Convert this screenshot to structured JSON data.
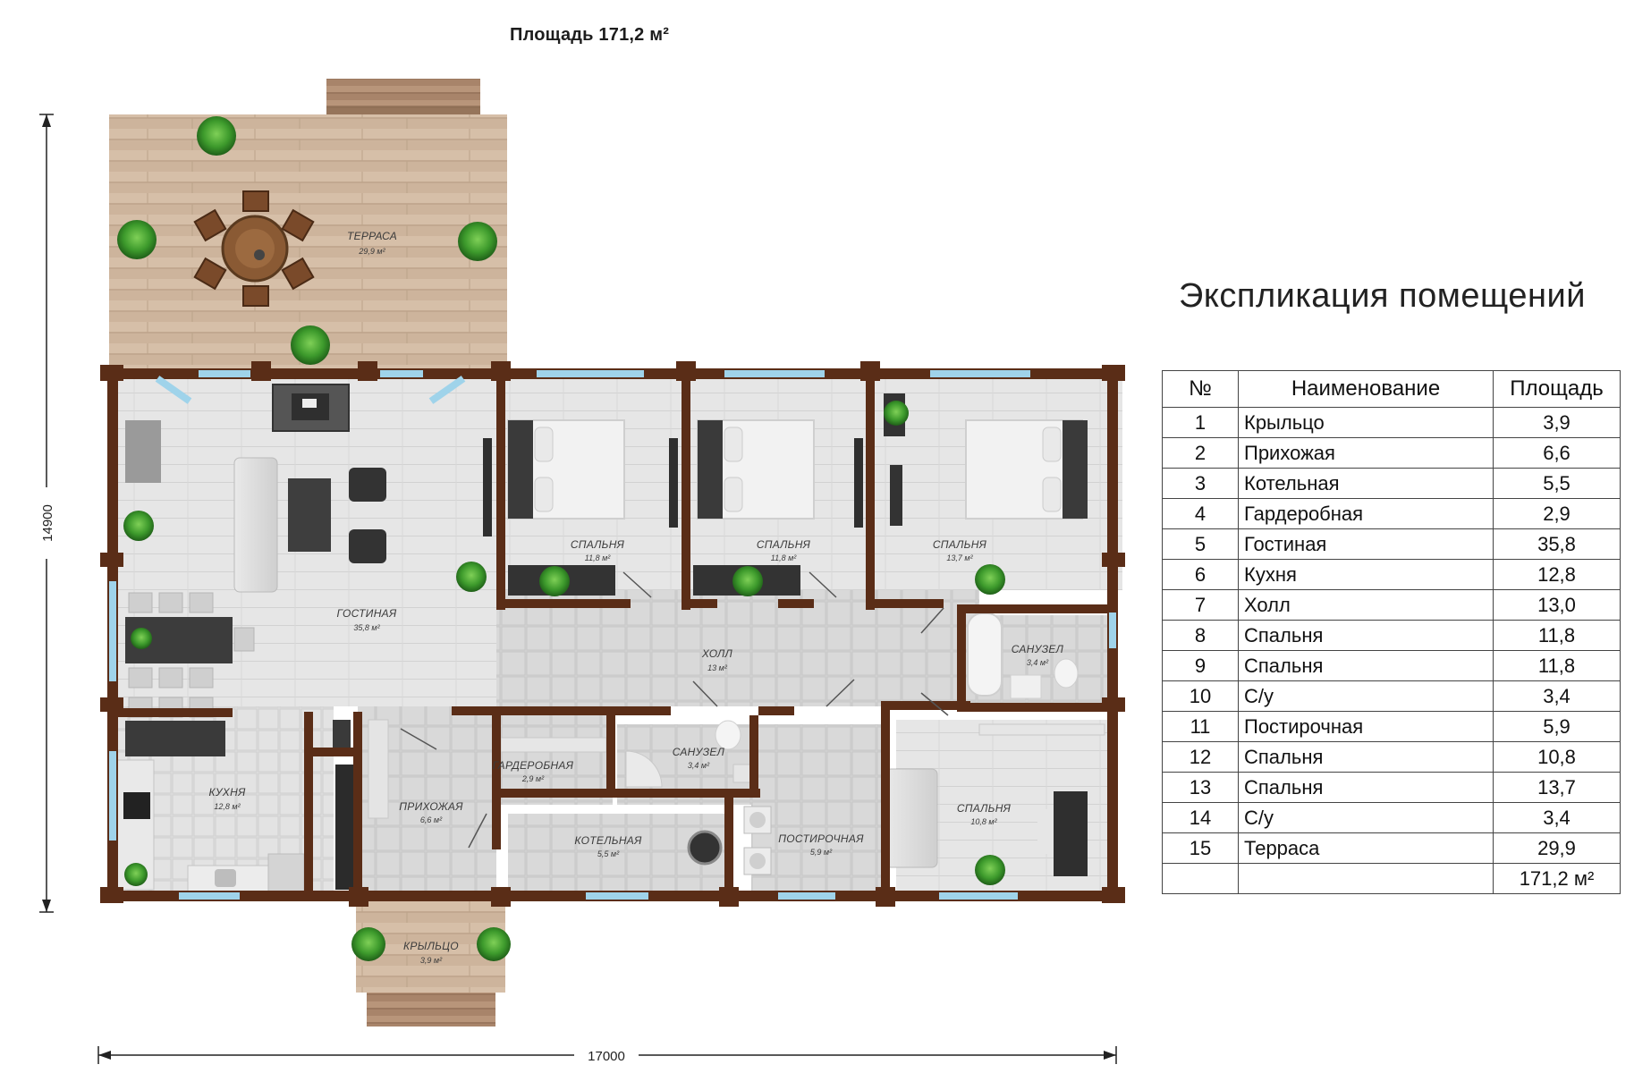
{
  "header": {
    "area_label": "Площадь 171,2 м²"
  },
  "plan": {
    "dimension_width": "17000",
    "dimension_height": "14900",
    "rooms": [
      {
        "id": "terrace",
        "name": "ТЕРРАСА",
        "area": "29,9 м²"
      },
      {
        "id": "living",
        "name": "ГОСТИНАЯ",
        "area": "35,8 м²"
      },
      {
        "id": "bedroom1",
        "name": "СПАЛЬНЯ",
        "area": "11,8 м²"
      },
      {
        "id": "bedroom2",
        "name": "СПАЛЬНЯ",
        "area": "11,8 м²"
      },
      {
        "id": "bedroom3",
        "name": "СПАЛЬНЯ",
        "area": "13,7 м²"
      },
      {
        "id": "hall",
        "name": "ХОЛЛ",
        "area": "13 м²"
      },
      {
        "id": "bath1",
        "name": "САНУЗЕЛ",
        "area": "3,4 м²"
      },
      {
        "id": "kitchen",
        "name": "КУХНЯ",
        "area": "12,8 м²"
      },
      {
        "id": "entry",
        "name": "ПРИХОЖАЯ",
        "area": "6,6 м²"
      },
      {
        "id": "wardrobe",
        "name": "ГАРДЕРОБНАЯ",
        "area": "2,9 м²"
      },
      {
        "id": "bath2",
        "name": "САНУЗЕЛ",
        "area": "3,4 м²"
      },
      {
        "id": "boiler",
        "name": "КОТЕЛЬНАЯ",
        "area": "5,5 м²"
      },
      {
        "id": "laundry",
        "name": "ПОСТИРОЧНАЯ",
        "area": "5,9 м²"
      },
      {
        "id": "bedroom4",
        "name": "СПАЛЬНЯ",
        "area": "10,8 м²"
      },
      {
        "id": "porch",
        "name": "КРЫЛЬЦО",
        "area": "3,9 м²"
      }
    ]
  },
  "explication": {
    "heading": "Экспликация помещений",
    "columns": {
      "no": "№",
      "name": "Наименование",
      "area": "Площадь"
    },
    "rows": [
      {
        "no": "1",
        "name": "Крыльцо",
        "area": "3,9"
      },
      {
        "no": "2",
        "name": "Прихожая",
        "area": "6,6"
      },
      {
        "no": "3",
        "name": "Котельная",
        "area": "5,5"
      },
      {
        "no": "4",
        "name": "Гардеробная",
        "area": "2,9"
      },
      {
        "no": "5",
        "name": "Гостиная",
        "area": "35,8"
      },
      {
        "no": "6",
        "name": "Кухня",
        "area": "12,8"
      },
      {
        "no": "7",
        "name": "Холл",
        "area": "13,0"
      },
      {
        "no": "8",
        "name": "Спальня",
        "area": "11,8"
      },
      {
        "no": "9",
        "name": "Спальня",
        "area": "11,8"
      },
      {
        "no": "10",
        "name": "С/у",
        "area": "3,4"
      },
      {
        "no": "11",
        "name": "Постирочная",
        "area": "5,9"
      },
      {
        "no": "12",
        "name": "Спальня",
        "area": "10,8"
      },
      {
        "no": "13",
        "name": "Спальня",
        "area": "13,7"
      },
      {
        "no": "14",
        "name": "С/у",
        "area": "3,4"
      },
      {
        "no": "15",
        "name": "Терраса",
        "area": "29,9"
      }
    ],
    "total": "171,2 м²"
  },
  "colors": {
    "wall": "#5a2d17",
    "window": "#9fd3ea",
    "floor_tile": "#e4e4e4",
    "floor_stone": "#cfcfcf",
    "deck": "#cdb39c",
    "plant": "#3d9a2c"
  }
}
